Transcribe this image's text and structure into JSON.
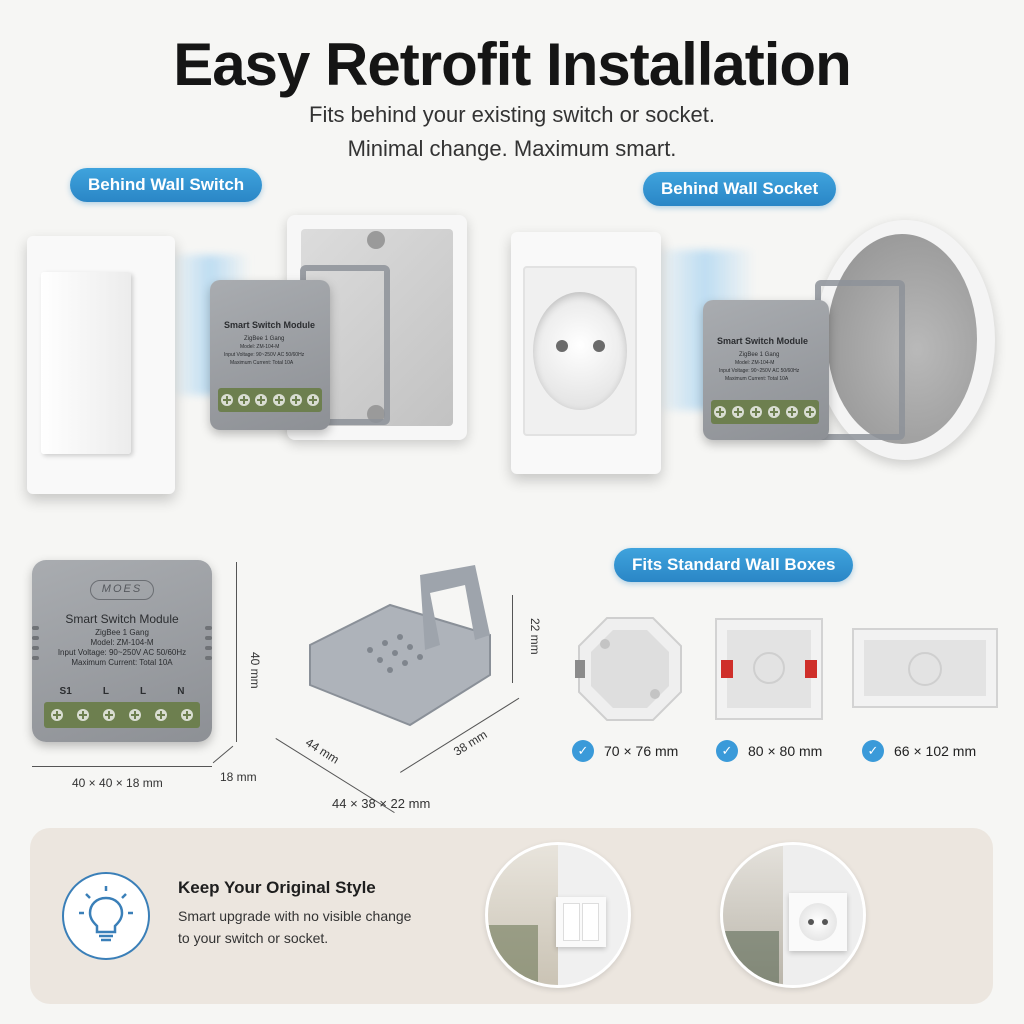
{
  "header": {
    "title": "Easy Retrofit Installation",
    "subtitle_line1": "Fits behind your existing switch or socket.",
    "subtitle_line2": "Minimal change. Maximum smart."
  },
  "labels": {
    "behind_switch": "Behind Wall Switch",
    "behind_socket": "Behind Wall Socket",
    "fits_boxes": "Fits Standard Wall Boxes"
  },
  "module": {
    "brand": "MOES",
    "name": "Smart Switch Module",
    "gang": "ZigBee 1 Gang",
    "model": "Model: ZM-104-M",
    "voltage": "Input Voltage: 90~250V AC 50/60Hz",
    "current": "Maximum Current: Total 10A",
    "terminals": [
      "S1",
      "L",
      "L",
      "N"
    ],
    "small_model": "Model: ZM-104-M",
    "small_voltage": "Input Voltage: 90~250V AC 50/60Hz",
    "small_current": "Maximum Current: Total 10A"
  },
  "dimensions": {
    "module_height": "40 mm",
    "module_depth": "18 mm",
    "module_size": "40 × 40 × 18 mm",
    "bracket_height": "22 mm",
    "bracket_width": "44 mm",
    "bracket_depth": "38 mm",
    "bracket_size": "44 × 38 × 22 mm"
  },
  "boxes": [
    {
      "label": "70 × 76 mm"
    },
    {
      "label": "80 × 80 mm"
    },
    {
      "label": "66 × 102 mm"
    }
  ],
  "style_panel": {
    "heading": "Keep Your Original Style",
    "line1": "Smart upgrade with no visible change",
    "line2": "to your switch or socket."
  },
  "colors": {
    "accent": "#2a86c6",
    "module_grey": "#9a9da1",
    "terminal_green": "#6d7f4f",
    "panel_bg": "#ece6df"
  },
  "icons": [
    "lightbulb-icon",
    "check-icon"
  ]
}
